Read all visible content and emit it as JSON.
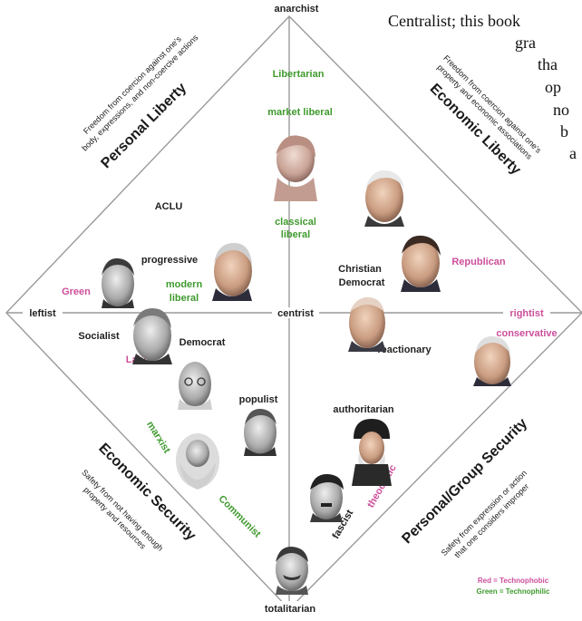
{
  "top_text": {
    "lines": [
      "Centralist; this book",
      "gra",
      "tha",
      "op",
      "no",
      "b",
      "a"
    ]
  },
  "axes": {
    "top": "anarchist",
    "bottom": "totalitarian",
    "left": "leftist",
    "center": "centrist",
    "right": "rightist"
  },
  "quadrants": {
    "personal_liberty": {
      "title": "Personal Liberty",
      "desc_line1": "Freedom from coercion against one's",
      "desc_line2": "body, expressions, and non-coercive actions"
    },
    "economic_liberty": {
      "title": "Economic Liberty",
      "desc_line1": "Freedom from coercion against one's",
      "desc_line2": "property and economic associations"
    },
    "economic_security": {
      "title": "Economic Security",
      "desc_line1": "Safety from not having enough",
      "desc_line2": "property and resources"
    },
    "personal_group_security": {
      "title": "Personal/Group Security",
      "desc_line1": "Safety from expression or action",
      "desc_line2": "that one considers improper"
    }
  },
  "labels": {
    "libertarian": "Libertarian",
    "market_liberal": "market liberal",
    "classical_liberal_1": "classical",
    "classical_liberal_2": "liberal",
    "aclu": "ACLU",
    "progressive": "progressive",
    "green": "Green",
    "modern_liberal_1": "modern",
    "modern_liberal_2": "liberal",
    "christian_democrat_1": "Christian",
    "christian_democrat_2": "Democrat",
    "republican": "Republican",
    "conservative": "conservative",
    "democrat": "Democrat",
    "socialist": "Socialist",
    "labor": "Labor",
    "populist": "populist",
    "reactionary": "reactionary",
    "authoritarian": "authoritarian",
    "marxist": "marxist",
    "communist": "Communist",
    "theocratic": "theocratic",
    "fascist": "fascist"
  },
  "key": {
    "red": "Red = Technophobic",
    "green": "Green = Technophilic"
  },
  "colors": {
    "technophobic": "#cc4f9b",
    "technophilic": "#3f9a2e",
    "axis": "#9a9a9a",
    "text": "#222222"
  }
}
